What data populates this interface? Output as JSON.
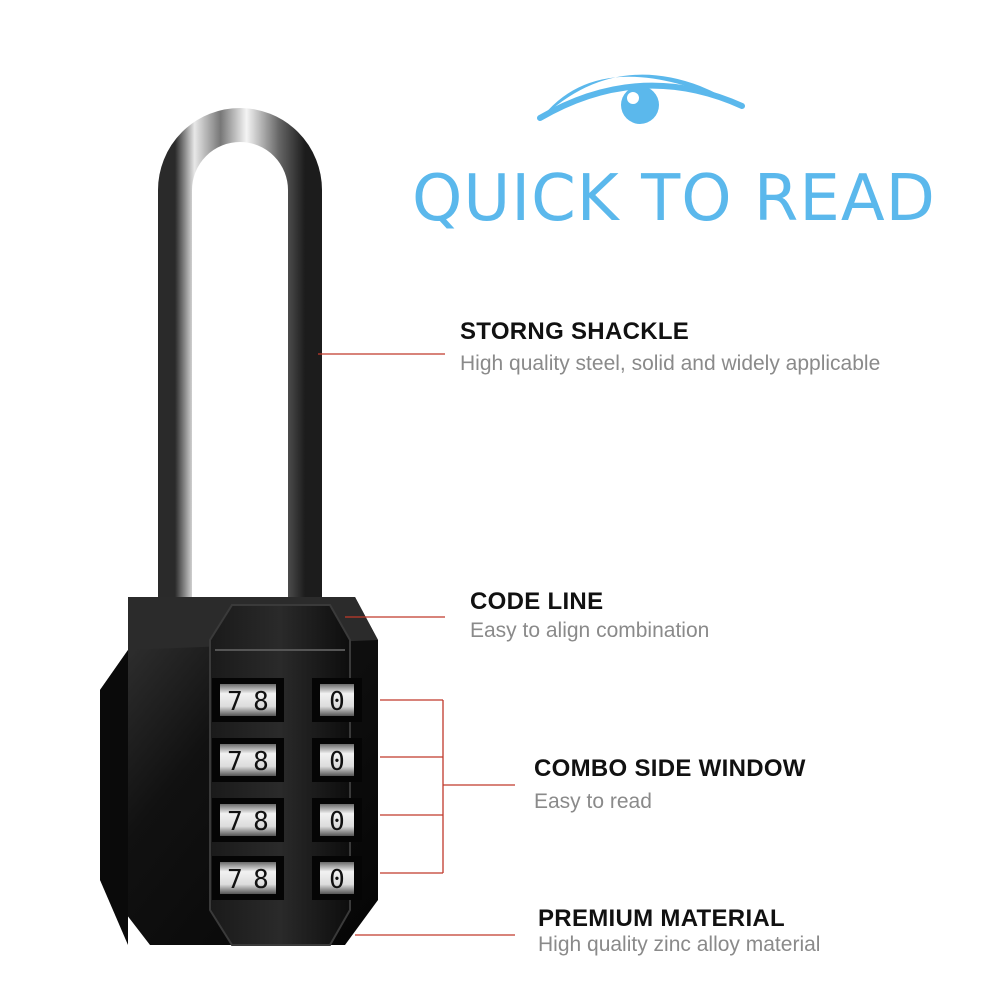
{
  "hero": {
    "title": "QUICK TO READ",
    "icon": "eye-icon",
    "accent_color": "#5bb8ec"
  },
  "callout_color": "#c0392b",
  "features": [
    {
      "title": "STORNG SHACKLE",
      "description": "High quality steel, solid and widely applicable"
    },
    {
      "title": "CODE LINE",
      "description": "Easy to align combination"
    },
    {
      "title": "COMBO SIDE WINDOW",
      "description": "Easy to read"
    },
    {
      "title": "PREMIUM MATERIAL",
      "description": "High quality zinc alloy material"
    }
  ],
  "lock": {
    "icon": "combination-padlock-icon",
    "front_digits": [
      "7",
      "8",
      "7",
      "8",
      "7",
      "8",
      "7",
      "8"
    ],
    "side_digits": [
      "0",
      "0",
      "0",
      "0"
    ],
    "body_color": "#111111"
  }
}
